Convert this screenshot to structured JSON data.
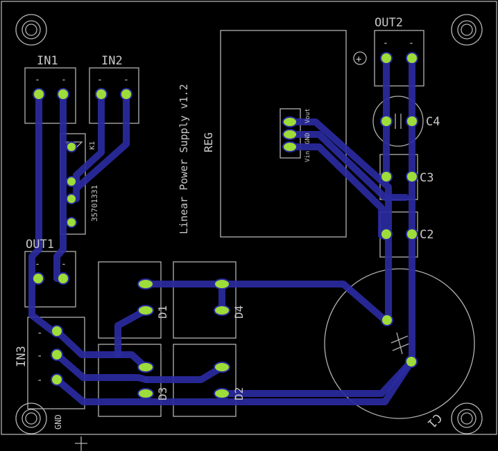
{
  "board": {
    "title": "Linear Power Supply v1.2",
    "reg_label": "REG",
    "relay_value": "35701331",
    "relay_name": "K1",
    "reg_pins": [
      "Vin",
      "GND",
      "Vout"
    ],
    "gnd_label": "GND",
    "polarity_plus": "+",
    "polarity_minus": "-"
  },
  "connectors": {
    "in1": "IN1",
    "in2": "IN2",
    "in3": "IN3",
    "out1": "OUT1",
    "out2": "OUT2"
  },
  "diodes": {
    "d1": "D1",
    "d2": "D2",
    "d3": "D3",
    "d4": "D4"
  },
  "capacitors": {
    "c1": "C1",
    "c2": "C2",
    "c3": "C3",
    "c4": "C4"
  },
  "colors": {
    "background": "#000000",
    "silkscreen": "#b3b3b3",
    "trace": "#2a2aa0",
    "pad": "#9edc3a"
  }
}
